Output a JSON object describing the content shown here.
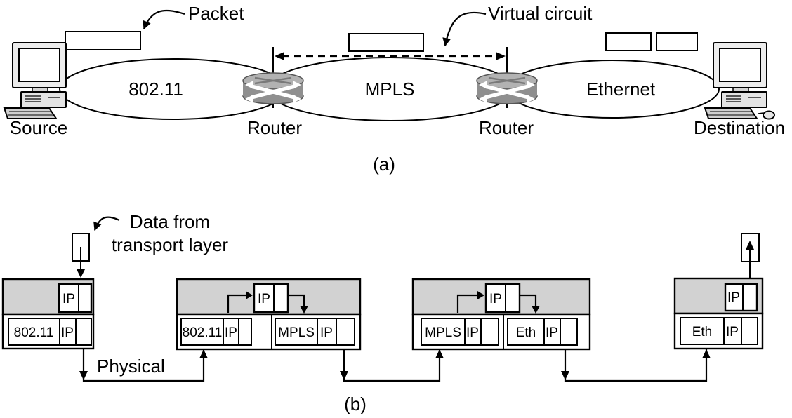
{
  "part_a": {
    "caption": "(a)",
    "packet_label": "Packet",
    "virtual_circuit_label": "Virtual circuit",
    "networks": {
      "wireless": "802.11",
      "mpls": "MPLS",
      "ethernet": "Ethernet"
    },
    "nodes": {
      "source": "Source",
      "router_left": "Router",
      "router_right": "Router",
      "destination": "Destination"
    }
  },
  "part_b": {
    "caption": "(b)",
    "data_label_line1": "Data from",
    "data_label_line2": "transport layer",
    "physical_label": "Physical",
    "stacks": [
      {
        "name": "source",
        "ip": "IP",
        "frames": [
          [
            "802.11",
            "IP"
          ]
        ]
      },
      {
        "name": "router-1",
        "ip": "IP",
        "frames": [
          [
            "802.11",
            "IP"
          ],
          [
            "MPLS",
            "IP"
          ]
        ]
      },
      {
        "name": "router-2",
        "ip": "IP",
        "frames": [
          [
            "MPLS",
            "IP"
          ],
          [
            "Eth",
            "IP"
          ]
        ]
      },
      {
        "name": "destination",
        "ip": "IP",
        "frames": [
          [
            "Eth",
            "IP"
          ]
        ]
      }
    ]
  },
  "icons": {
    "source": "desktop-computer-icon",
    "destination": "desktop-computer-with-mouse-icon",
    "router": "router-crossed-arrows-icon"
  },
  "colors": {
    "stack_fill": "#d2d2d2",
    "router_body": "#8f8f8f",
    "router_top": "#b2b2b2",
    "line": "#000000",
    "background": "#ffffff"
  }
}
